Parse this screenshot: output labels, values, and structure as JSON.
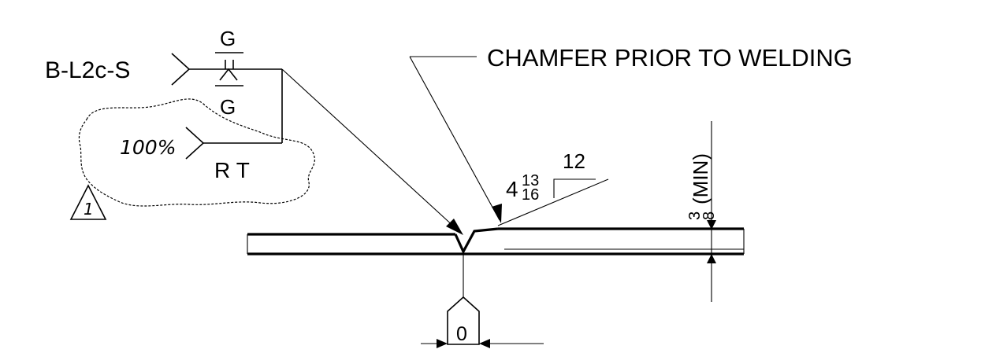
{
  "weld_symbol": {
    "joint_designation": "B-L2c-S",
    "finish_top": "G",
    "finish_bottom": "G",
    "inspection_percent": "100%",
    "inspection_method": "RT",
    "revision_marker": "1"
  },
  "callout": {
    "note": "CHAMFER PRIOR TO WELDING"
  },
  "slope": {
    "run": "12",
    "rise_whole": "4",
    "rise_numerator": "13",
    "rise_denominator": "16"
  },
  "thickness": {
    "numerator": "3",
    "denominator": "8",
    "qualifier": "(MIN)"
  },
  "root_opening": {
    "value": "0"
  }
}
